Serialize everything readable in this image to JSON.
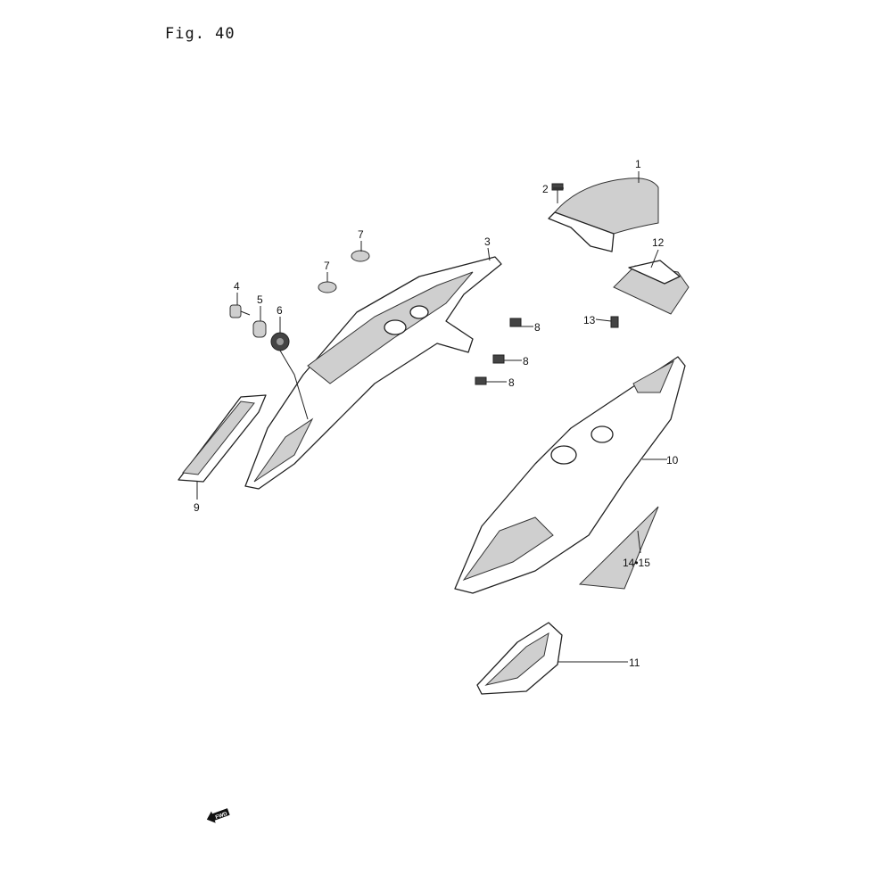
{
  "figure": {
    "title": "Fig. 40",
    "fwd_label": "FWD"
  },
  "callouts": [
    "1",
    "2",
    "3",
    "4",
    "5",
    "6",
    "7",
    "7",
    "8",
    "8",
    "8",
    "9",
    "10",
    "11",
    "12",
    "13",
    "14•15"
  ]
}
